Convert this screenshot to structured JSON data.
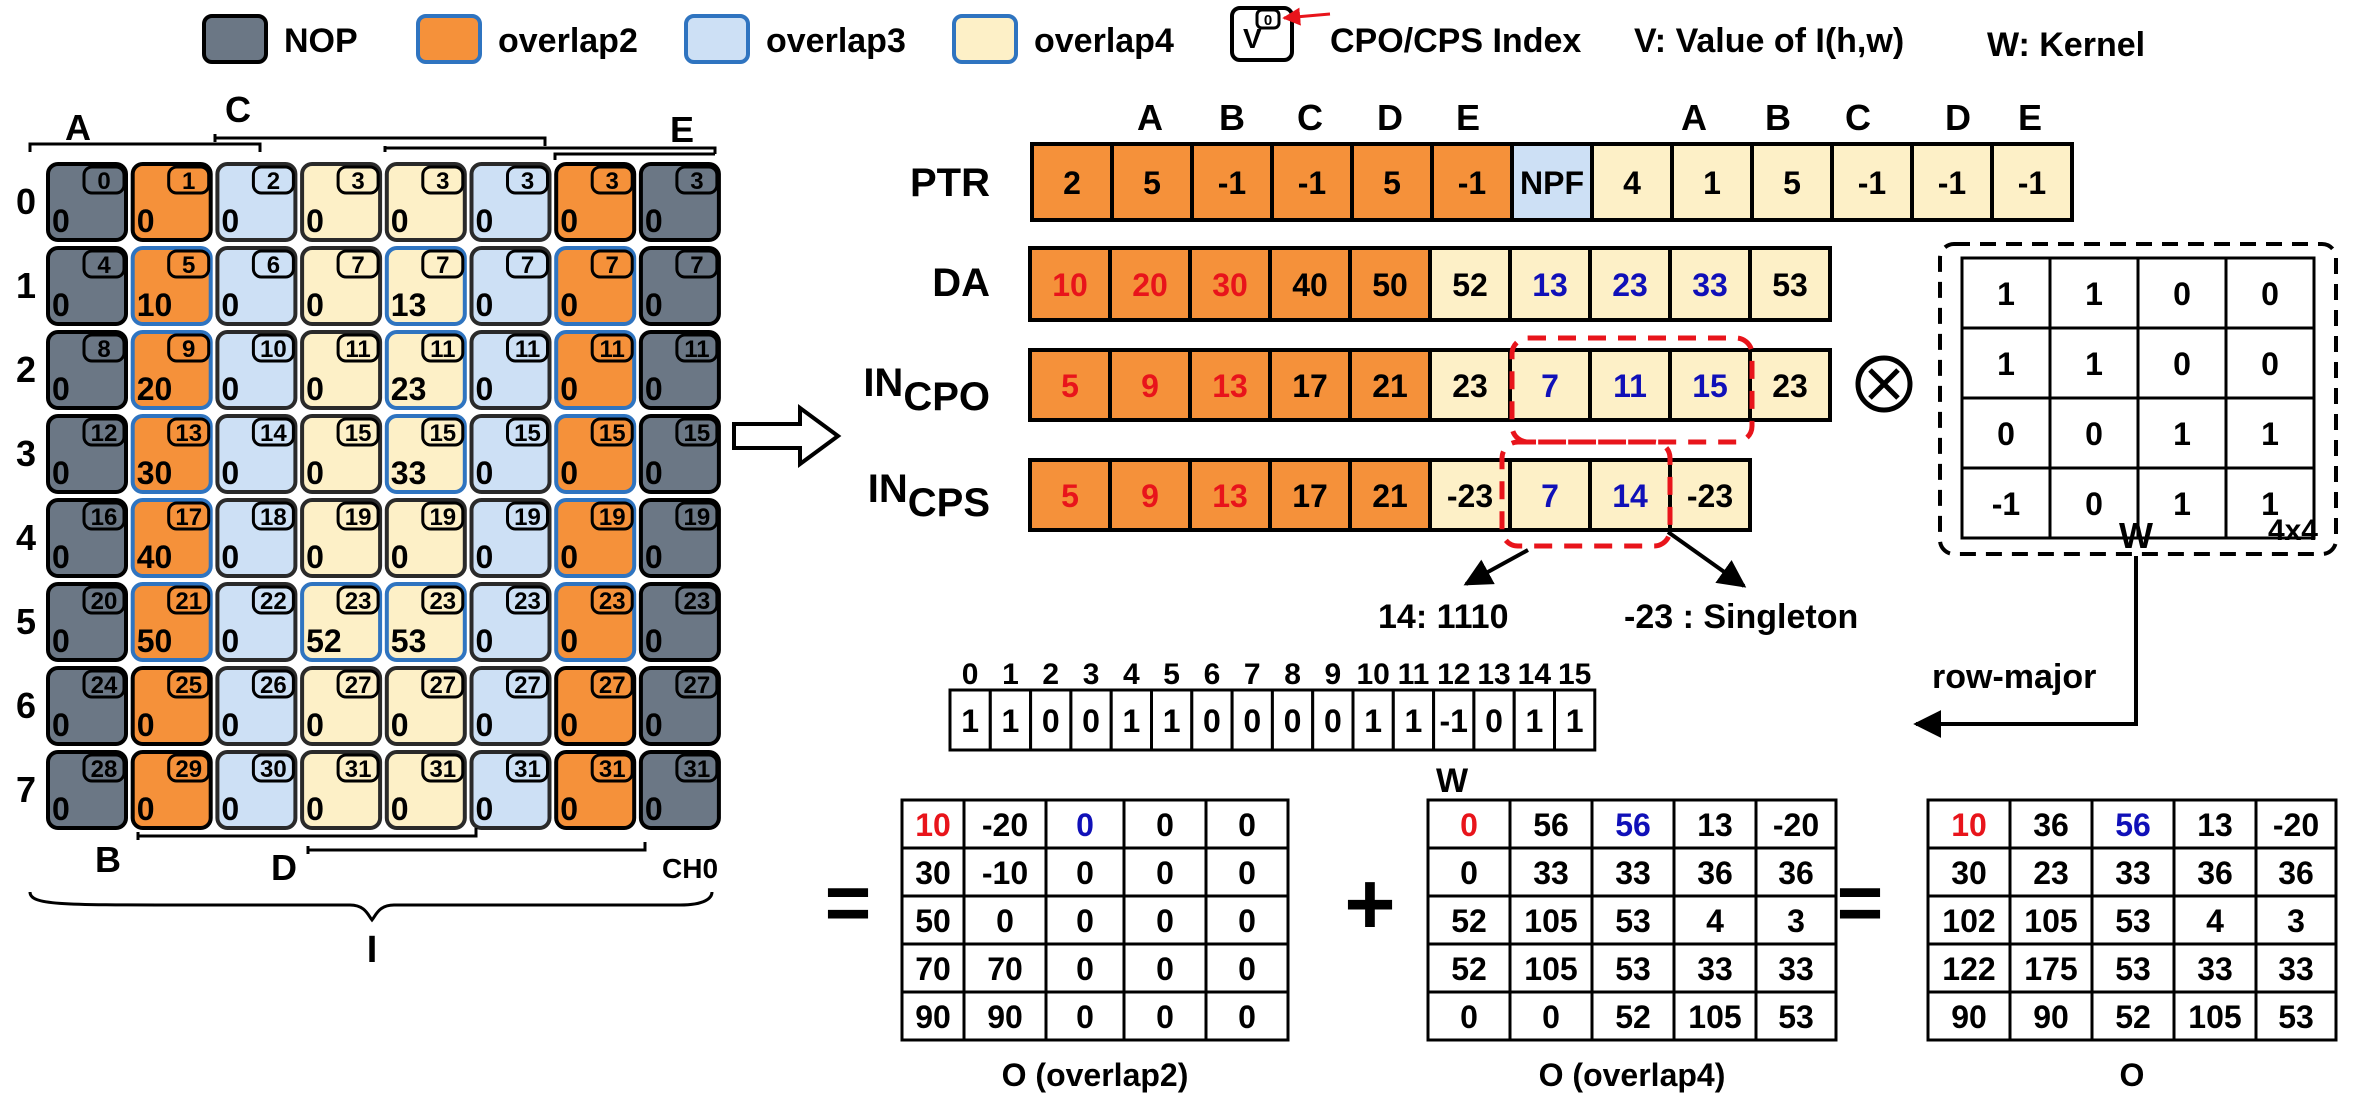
{
  "colors": {
    "nop": "#6b7785",
    "overlap2": "#f5913a",
    "overlap3": "#cde0f5",
    "overlap3_border": "#2f74c0",
    "overlap4": "#fdf0c7",
    "overlap4_border": "#2f74c0",
    "red": "#e8141b",
    "blue": "#1010b8",
    "dashed_red": "#e8141b"
  },
  "legend": {
    "nop": "NOP",
    "overlap2": "overlap2",
    "overlap3": "overlap3",
    "overlap4": "overlap4",
    "icon_v": "V",
    "icon_index": "0",
    "index_label": "CPO/CPS Index",
    "value_label": "V: Value of I(h,w)",
    "kernel_label": "W: Kernel"
  },
  "grid": {
    "row_labels": [
      "0",
      "1",
      "2",
      "3",
      "4",
      "5",
      "6",
      "7"
    ],
    "top_labels": [
      "A",
      "C",
      "E"
    ],
    "bottom_labels": [
      "B",
      "D",
      "CH0"
    ],
    "input_label": "I",
    "column_types": [
      "nop",
      "o2",
      "o3",
      "o4",
      "o4",
      "o3",
      "o2",
      "nop"
    ],
    "rows": [
      {
        "idx": [
          "0",
          "1",
          "2",
          "3",
          "3",
          "3",
          "3",
          "3"
        ],
        "val": [
          "0",
          "0",
          "0",
          "0",
          "0",
          "0",
          "0",
          "0"
        ],
        "o4b": [
          false,
          false
        ]
      },
      {
        "idx": [
          "4",
          "5",
          "6",
          "7",
          "7",
          "7",
          "7",
          "7"
        ],
        "val": [
          "0",
          "10",
          "0",
          "0",
          "13",
          "0",
          "0",
          "0"
        ],
        "o4b": [
          false,
          true
        ]
      },
      {
        "idx": [
          "8",
          "9",
          "10",
          "11",
          "11",
          "11",
          "11",
          "11"
        ],
        "val": [
          "0",
          "20",
          "0",
          "0",
          "23",
          "0",
          "0",
          "0"
        ],
        "o4b": [
          false,
          true
        ]
      },
      {
        "idx": [
          "12",
          "13",
          "14",
          "15",
          "15",
          "15",
          "15",
          "15"
        ],
        "val": [
          "0",
          "30",
          "0",
          "0",
          "33",
          "0",
          "0",
          "0"
        ],
        "o4b": [
          false,
          true
        ]
      },
      {
        "idx": [
          "16",
          "17",
          "18",
          "19",
          "19",
          "19",
          "19",
          "19"
        ],
        "val": [
          "0",
          "40",
          "0",
          "0",
          "0",
          "0",
          "0",
          "0"
        ],
        "o4b": [
          false,
          false
        ]
      },
      {
        "idx": [
          "20",
          "21",
          "22",
          "23",
          "23",
          "23",
          "23",
          "23"
        ],
        "val": [
          "0",
          "50",
          "0",
          "52",
          "53",
          "0",
          "0",
          "0"
        ],
        "o4b": [
          true,
          true
        ]
      },
      {
        "idx": [
          "24",
          "25",
          "26",
          "27",
          "27",
          "27",
          "27",
          "27"
        ],
        "val": [
          "0",
          "0",
          "0",
          "0",
          "0",
          "0",
          "0",
          "0"
        ],
        "o4b": [
          false,
          false
        ]
      },
      {
        "idx": [
          "28",
          "29",
          "30",
          "31",
          "31",
          "31",
          "31",
          "31"
        ],
        "val": [
          "0",
          "0",
          "0",
          "0",
          "0",
          "0",
          "0",
          "0"
        ],
        "o4b": [
          false,
          false
        ]
      }
    ]
  },
  "arrays": [
    {
      "label": "PTR",
      "header": [
        "A",
        "B",
        "C",
        "D",
        "E",
        "",
        "",
        "A",
        "B",
        "C",
        "D",
        "E"
      ],
      "cells": [
        {
          "v": "2",
          "bg": "o2"
        },
        {
          "v": "5",
          "bg": "o2"
        },
        {
          "v": "-1",
          "bg": "o2"
        },
        {
          "v": "-1",
          "bg": "o2"
        },
        {
          "v": "5",
          "bg": "o2"
        },
        {
          "v": "-1",
          "bg": "o2"
        },
        {
          "v": "NPF",
          "bg": "npf"
        },
        {
          "v": "4",
          "bg": "o4"
        },
        {
          "v": "1",
          "bg": "o4"
        },
        {
          "v": "5",
          "bg": "o4"
        },
        {
          "v": "-1",
          "bg": "o4"
        },
        {
          "v": "-1",
          "bg": "o4"
        },
        {
          "v": "-1",
          "bg": "o4"
        }
      ]
    },
    {
      "label": "DA",
      "cells": [
        {
          "v": "10",
          "bg": "o2",
          "c": "red"
        },
        {
          "v": "20",
          "bg": "o2",
          "c": "red"
        },
        {
          "v": "30",
          "bg": "o2",
          "c": "red"
        },
        {
          "v": "40",
          "bg": "o2"
        },
        {
          "v": "50",
          "bg": "o2"
        },
        {
          "v": "52",
          "bg": "o4"
        },
        {
          "v": "13",
          "bg": "o4",
          "c": "blue"
        },
        {
          "v": "23",
          "bg": "o4",
          "c": "blue"
        },
        {
          "v": "33",
          "bg": "o4",
          "c": "blue"
        },
        {
          "v": "53",
          "bg": "o4"
        }
      ]
    },
    {
      "label": "IN",
      "sub": "CPO",
      "cells": [
        {
          "v": "5",
          "bg": "o2",
          "c": "red"
        },
        {
          "v": "9",
          "bg": "o2",
          "c": "red"
        },
        {
          "v": "13",
          "bg": "o2",
          "c": "red"
        },
        {
          "v": "17",
          "bg": "o2"
        },
        {
          "v": "21",
          "bg": "o2"
        },
        {
          "v": "23",
          "bg": "o4"
        },
        {
          "v": "7",
          "bg": "o4",
          "c": "blue"
        },
        {
          "v": "11",
          "bg": "o4",
          "c": "blue"
        },
        {
          "v": "15",
          "bg": "o4",
          "c": "blue"
        },
        {
          "v": "23",
          "bg": "o4"
        }
      ]
    },
    {
      "label": "IN",
      "sub": "CPS",
      "cells": [
        {
          "v": "5",
          "bg": "o2",
          "c": "red"
        },
        {
          "v": "9",
          "bg": "o2",
          "c": "red"
        },
        {
          "v": "13",
          "bg": "o2",
          "c": "red"
        },
        {
          "v": "17",
          "bg": "o2"
        },
        {
          "v": "21",
          "bg": "o2"
        },
        {
          "v": "-23",
          "bg": "o4"
        },
        {
          "v": "7",
          "bg": "o4",
          "c": "blue"
        },
        {
          "v": "14",
          "bg": "o4",
          "c": "blue"
        },
        {
          "v": "-23",
          "bg": "o4"
        }
      ]
    }
  ],
  "times_symbol": "⊗",
  "annotations": {
    "left": "14: 1110",
    "right": "-23 : Singleton"
  },
  "kernel": {
    "rows": [
      [
        "1",
        "1",
        "0",
        "0"
      ],
      [
        "1",
        "1",
        "0",
        "0"
      ],
      [
        "0",
        "0",
        "1",
        "1"
      ],
      [
        "-1",
        "0",
        "1",
        "1"
      ]
    ],
    "label": "W",
    "size_label": "4x4"
  },
  "row_major": {
    "label": "row-major",
    "indices": [
      "0",
      "1",
      "2",
      "3",
      "4",
      "5",
      "6",
      "7",
      "8",
      "9",
      "10",
      "11",
      "12",
      "13",
      "14",
      "15"
    ],
    "values": [
      "1",
      "1",
      "0",
      "0",
      "1",
      "1",
      "0",
      "0",
      "0",
      "0",
      "1",
      "1",
      "-1",
      "0",
      "1",
      "1"
    ],
    "caption": "W"
  },
  "operators": {
    "equals1": "=",
    "plus": "+",
    "equals2": "="
  },
  "outputs": [
    {
      "caption": "O (overlap2)",
      "rows": [
        [
          {
            "v": "10",
            "c": "red"
          },
          {
            "v": "-20"
          },
          {
            "v": "0",
            "c": "blue"
          },
          {
            "v": "0"
          },
          {
            "v": "0"
          }
        ],
        [
          {
            "v": "30"
          },
          {
            "v": "-10"
          },
          {
            "v": "0"
          },
          {
            "v": "0"
          },
          {
            "v": "0"
          }
        ],
        [
          {
            "v": "50"
          },
          {
            "v": "0"
          },
          {
            "v": "0"
          },
          {
            "v": "0"
          },
          {
            "v": "0"
          }
        ],
        [
          {
            "v": "70"
          },
          {
            "v": "70"
          },
          {
            "v": "0"
          },
          {
            "v": "0"
          },
          {
            "v": "0"
          }
        ],
        [
          {
            "v": "90"
          },
          {
            "v": "90"
          },
          {
            "v": "0"
          },
          {
            "v": "0"
          },
          {
            "v": "0"
          }
        ]
      ]
    },
    {
      "caption": "O (overlap4)",
      "rows": [
        [
          {
            "v": "0",
            "c": "red"
          },
          {
            "v": "56"
          },
          {
            "v": "56",
            "c": "blue"
          },
          {
            "v": "13"
          },
          {
            "v": "-20"
          }
        ],
        [
          {
            "v": "0"
          },
          {
            "v": "33"
          },
          {
            "v": "33"
          },
          {
            "v": "36"
          },
          {
            "v": "36"
          }
        ],
        [
          {
            "v": "52"
          },
          {
            "v": "105"
          },
          {
            "v": "53"
          },
          {
            "v": "4"
          },
          {
            "v": "3"
          }
        ],
        [
          {
            "v": "52"
          },
          {
            "v": "105"
          },
          {
            "v": "53"
          },
          {
            "v": "33"
          },
          {
            "v": "33"
          }
        ],
        [
          {
            "v": "0"
          },
          {
            "v": "0"
          },
          {
            "v": "52"
          },
          {
            "v": "105"
          },
          {
            "v": "53"
          }
        ]
      ]
    },
    {
      "caption": "O",
      "rows": [
        [
          {
            "v": "10",
            "c": "red"
          },
          {
            "v": "36"
          },
          {
            "v": "56",
            "c": "blue"
          },
          {
            "v": "13"
          },
          {
            "v": "-20"
          }
        ],
        [
          {
            "v": "30"
          },
          {
            "v": "23"
          },
          {
            "v": "33"
          },
          {
            "v": "36"
          },
          {
            "v": "36"
          }
        ],
        [
          {
            "v": "102"
          },
          {
            "v": "105"
          },
          {
            "v": "53"
          },
          {
            "v": "4"
          },
          {
            "v": "3"
          }
        ],
        [
          {
            "v": "122"
          },
          {
            "v": "175"
          },
          {
            "v": "53"
          },
          {
            "v": "33"
          },
          {
            "v": "33"
          }
        ],
        [
          {
            "v": "90"
          },
          {
            "v": "90"
          },
          {
            "v": "52"
          },
          {
            "v": "105"
          },
          {
            "v": "53"
          }
        ]
      ]
    }
  ]
}
